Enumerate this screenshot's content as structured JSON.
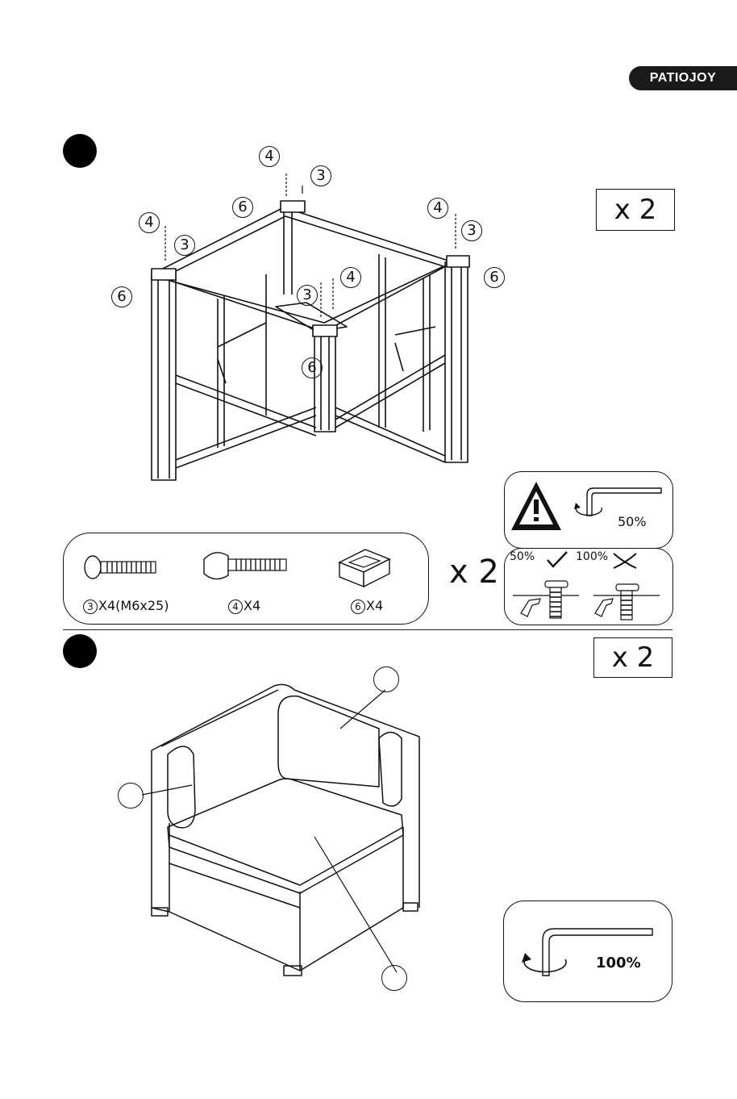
{
  "brand": {
    "logo_text": "PATIOJOY"
  },
  "step1": {
    "multiplier": "x 2",
    "callouts": [
      "4",
      "3",
      "6",
      "4",
      "3",
      "4",
      "3",
      "6",
      "6",
      "3",
      "4",
      "6"
    ],
    "warning": {
      "tool_percent": "50%"
    },
    "tighten": {
      "ok_percent": "50%",
      "bad_percent": "100%"
    },
    "panel_multiplier": "x 2",
    "parts": [
      {
        "num": "3",
        "qty": "X4",
        "spec": "(M6x25)"
      },
      {
        "num": "4",
        "qty": "X4",
        "spec": ""
      },
      {
        "num": "6",
        "qty": "X4",
        "spec": ""
      }
    ]
  },
  "step2": {
    "multiplier": "x 2",
    "tool_percent": "100%"
  },
  "icons": [
    "warning-triangle-icon",
    "hex-key-icon",
    "checkmark-icon",
    "cross-icon",
    "hand-icon",
    "bolt-icon"
  ]
}
